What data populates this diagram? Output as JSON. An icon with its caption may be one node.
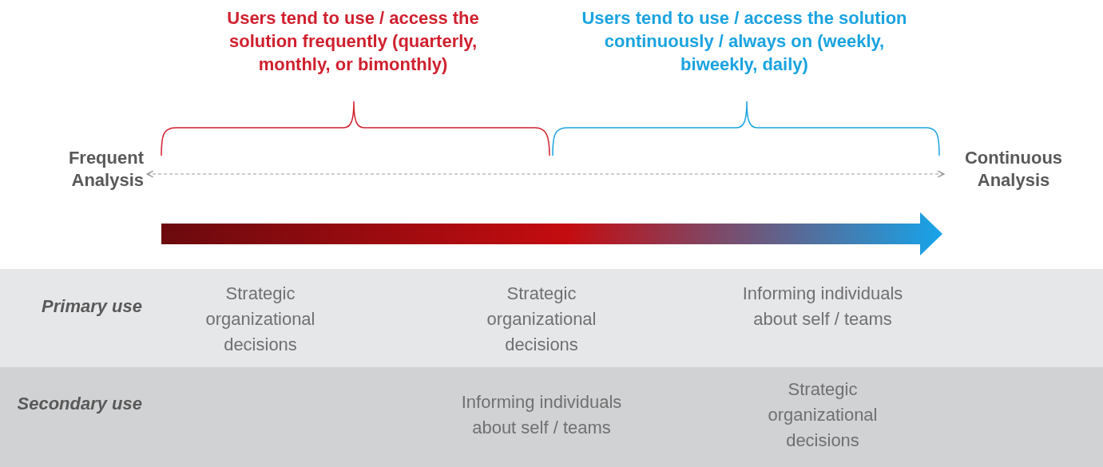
{
  "diagram": {
    "nodes": [
      {
        "text": [
          "Frequent Analysis"
        ]
      },
      {
        "text": [
          "Continuous Analysis"
        ]
      }
    ],
    "edges": [
      {
        "from": 0,
        "to": 1,
        "arrow": "both",
        "style": "dashed"
      }
    ],
    "labels": [
      "Users tend to use / access the solution frequently (quarterly, monthly, or bimonthly)",
      "Users tend to use / access the solution continuously / always on (weekly, biweekly, daily)",
      "Primary use",
      "Strategic organizational decisions",
      "Strategic organizational decisions",
      "Informing individuals about self / teams",
      "Secondary use",
      "Informing individuals about self / teams",
      "Strategic organizational decisions"
    ]
  }
}
